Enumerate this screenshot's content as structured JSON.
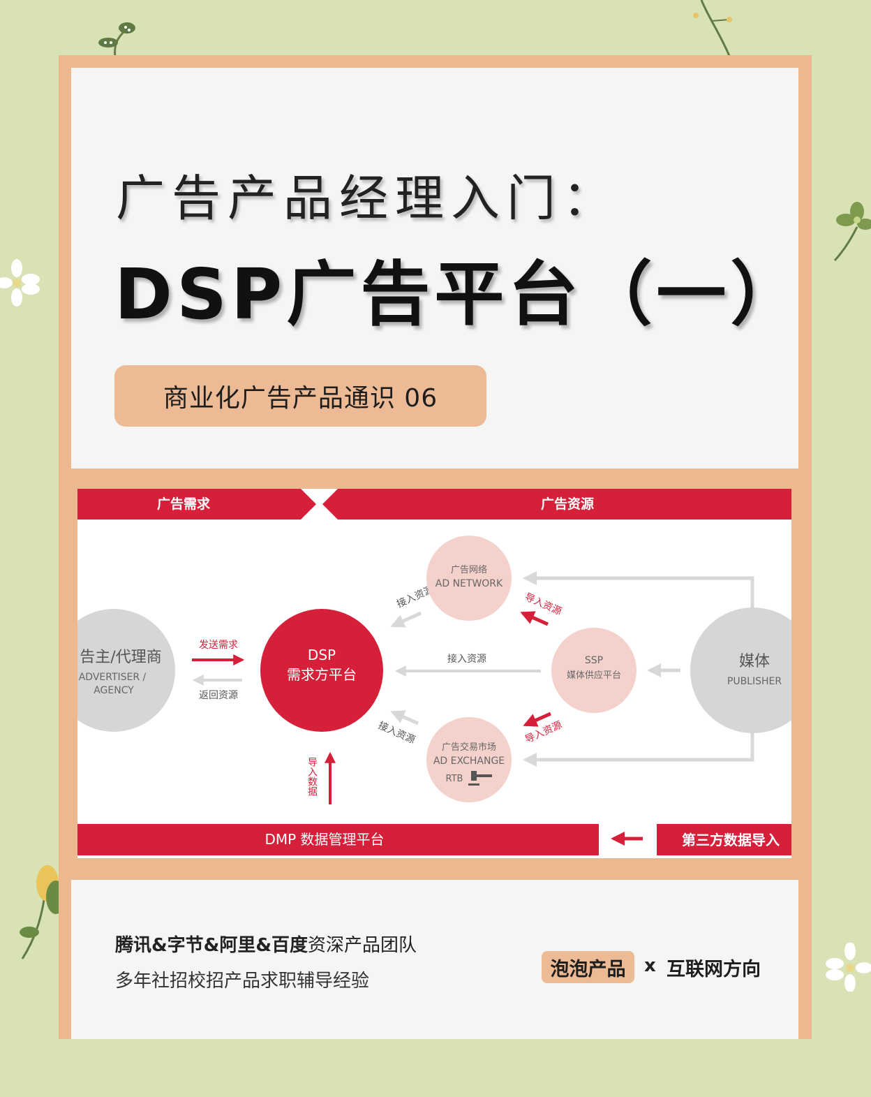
{
  "header": {
    "title_line1": "广告产品经理入门：",
    "title_line2": "DSP广告平台（一）",
    "series_badge": "商业化广告产品通识 06"
  },
  "diagram": {
    "left_banner": "广告需求",
    "right_banner": "广告资源",
    "advertiser": {
      "zh": "告主/代理商",
      "en1": "ADVERTISER /",
      "en2": "AGENCY"
    },
    "send_demand": "发送需求",
    "return_resource": "返回资源",
    "dsp": {
      "en": "DSP",
      "zh": "需求方平台"
    },
    "ad_network": {
      "zh": "广告网络",
      "en": "AD NETWORK"
    },
    "ssp": {
      "en": "SSP",
      "zh": "媒体供应平台"
    },
    "ad_exchange": {
      "zh": "广告交易市场",
      "en": "AD EXCHANGE",
      "rtb": "RTB"
    },
    "publisher": {
      "zh": "媒体",
      "en": "PUBLISHER"
    },
    "access_top": "接入资源",
    "access_mid": "接入资源",
    "access_bottom": "接入资源",
    "import_top": "导入资源",
    "import_bottom": "导入资源",
    "import_data": "导入数据",
    "dmp_bar": "DMP 数据管理平台",
    "third_party_bar": "第三方数据导入",
    "colors": {
      "red": "#d6203a",
      "pink": "#f4d2cb",
      "gray": "#d6d6d6"
    }
  },
  "footer": {
    "line1_bold": "腾讯&字节&阿里&百度",
    "line1_rest": "资深产品团队",
    "line2": "多年社招校招产品求职辅导经验",
    "brand_badge": "泡泡产品",
    "brand_x": "x",
    "brand_partner": "互联网方向"
  }
}
